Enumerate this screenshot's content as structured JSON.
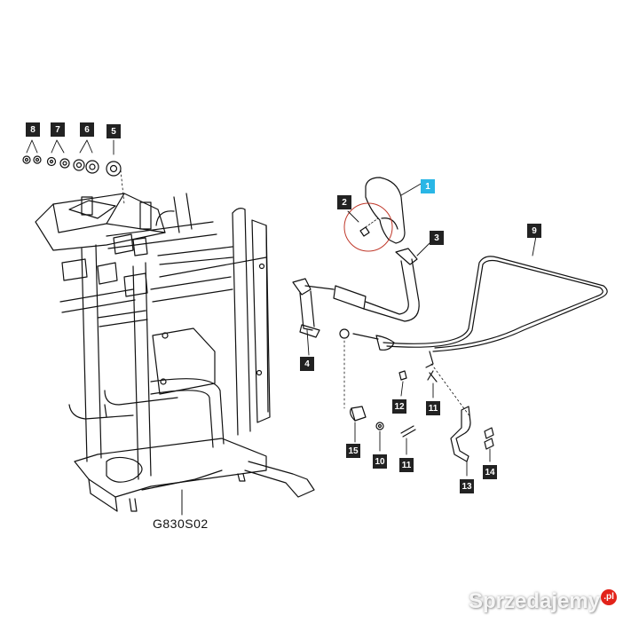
{
  "diagram": {
    "drawing_code": "G830S02",
    "callouts": {
      "c1": "1",
      "c2": "2",
      "c3": "3",
      "c4": "4",
      "c5": "5",
      "c6": "6",
      "c7": "7",
      "c8": "8",
      "c9": "9",
      "c10": "10",
      "c11a": "11",
      "c11b": "11",
      "c12": "12",
      "c13": "13",
      "c14": "14",
      "c15": "15"
    },
    "highlight_color": "#29b6e6",
    "label_color": "#222222"
  },
  "watermark": {
    "text": "Sprzedajemy",
    "suffix": ".pl"
  }
}
